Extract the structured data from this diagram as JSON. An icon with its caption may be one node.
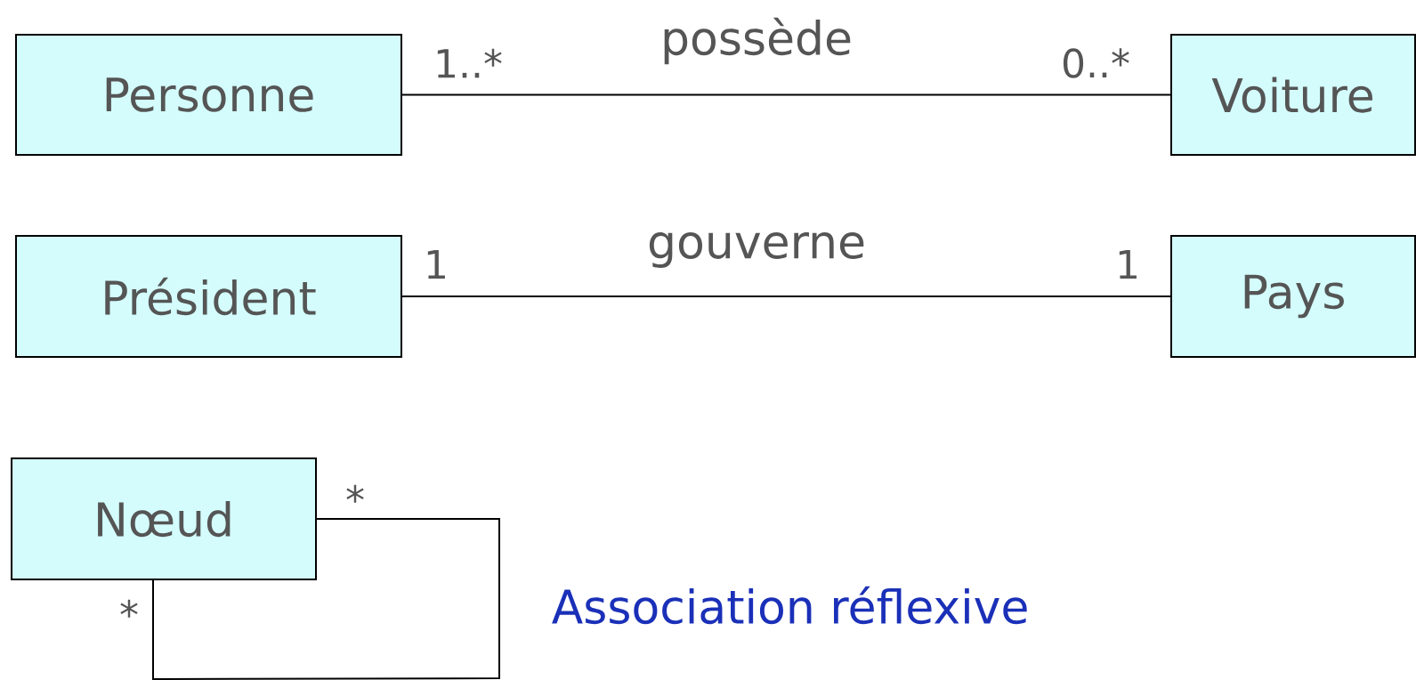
{
  "diagram": {
    "nodes": [
      {
        "text": [
          "Personne"
        ]
      },
      {
        "text": [
          "Voiture"
        ]
      },
      {
        "text": [
          "Président"
        ]
      },
      {
        "text": [
          "Pays"
        ]
      },
      {
        "text": [
          "Nœud"
        ]
      }
    ],
    "edges": [
      {
        "from": 0,
        "to": 1,
        "arrow": "none",
        "label": "possède"
      },
      {
        "from": 2,
        "to": 3,
        "arrow": "none",
        "label": "gouverne"
      },
      {
        "from": 4,
        "to": 4,
        "arrow": "none"
      }
    ],
    "labels": [
      "1..*",
      "0..*",
      "1",
      "1",
      "*",
      "*",
      "Association réflexive"
    ]
  }
}
